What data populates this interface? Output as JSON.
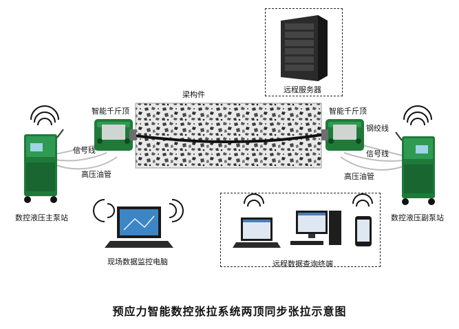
{
  "title": "预应力智能数控张拉系统两顶同步张拉示意图",
  "labels": {
    "remote_server": "远程服务器",
    "beam": "梁构件",
    "jack_left": "智能千斤顶",
    "jack_right": "智能千斤顶",
    "strand": "钢绞线",
    "signal_left": "信号线",
    "signal_right": "信号线",
    "oil_left": "高压油管",
    "oil_right": "高压油管",
    "pump_main": "数控液压主泵站",
    "pump_aux": "数控液压副泵站",
    "site_pc": "现场数据监控电脑",
    "remote_terminals": "远程数据查询终端"
  },
  "icons": {
    "server": "server-rack-icon",
    "pump": "hydraulic-pump-icon",
    "jack": "hydraulic-jack-icon",
    "laptop": "laptop-icon",
    "desktop": "desktop-computer-icon",
    "phone": "smartphone-icon",
    "wifi": "wifi-signal-icon"
  },
  "colors": {
    "equipment_green": "#1f7a3a",
    "concrete_dark": "#333333",
    "strand": "#111111"
  }
}
